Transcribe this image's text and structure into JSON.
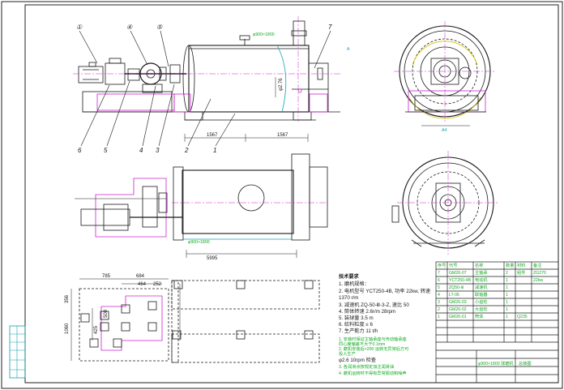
{
  "callouts": {
    "top": [
      "①",
      "④",
      "⑤",
      "7"
    ],
    "bottom": [
      "6",
      "5",
      "4",
      "3",
      "2",
      "1"
    ],
    "marker_a": "A"
  },
  "dimensions": {
    "front_left": "1567",
    "front_right": "1567",
    "plan_length": "5995",
    "height_mark": "φ2.76",
    "found_w1": "785",
    "found_w2": "684",
    "found_w3": "464",
    "found_w4": "252",
    "found_h1": "356",
    "found_h2": "1060",
    "found_h3": "500",
    "found_h4": "425",
    "side_dim": "A4"
  },
  "notes": {
    "heading": "技术要求",
    "lines": [
      "1. 磨机规格：",
      "2. 电机型号 YCT250-4B, 功率 22kw, 转速",
      "   1370 r/m",
      "3. 减速机 ZQ-50-Ⅲ-3-Z, 速比 50",
      "4. 筒体转速 2.6r/m    28rpm",
      "5. 装球量 3.5 m",
      "6. 给料粒度 ≤ 6",
      "7. 生产能力 11 t/h"
    ],
    "green_lines": [
      "1. 安装时保证主轴承座与传动轴承座",
      "   同心度偏差不大于0.1mm",
      "2. 磨机安装后>200 运转无异常后方可",
      "   投入生产",
      "φ2.6  10rpm 检查",
      "3. 各润滑点按规定加注润滑油",
      "4. 磨机运转时不得有异常振动和噪声"
    ]
  },
  "title_block": {
    "header_cells": [
      "序号",
      "代号",
      "名称",
      "数量",
      "材料",
      "备注"
    ],
    "rows": [
      [
        "7",
        "GM26-07",
        "主轴承",
        "2",
        "组件",
        "ZG270"
      ],
      [
        "6",
        "YCT250-4B",
        "电动机",
        "1",
        "",
        "22kw"
      ],
      [
        "5",
        "ZQ50-Ⅲ",
        "减速机",
        "1",
        "",
        ""
      ],
      [
        "4",
        "LT-06",
        "联轴器",
        "1",
        "",
        ""
      ],
      [
        "3",
        "GM26-03",
        "小齿轮",
        "1",
        "",
        ""
      ],
      [
        "2",
        "GM26-02",
        "大齿轮",
        "1",
        "",
        ""
      ],
      [
        "1",
        "GM26-01",
        "筒体",
        "1",
        "Q235",
        ""
      ]
    ],
    "drawing_title": "φ900×1800 球磨机",
    "footer_text": "总装图"
  }
}
